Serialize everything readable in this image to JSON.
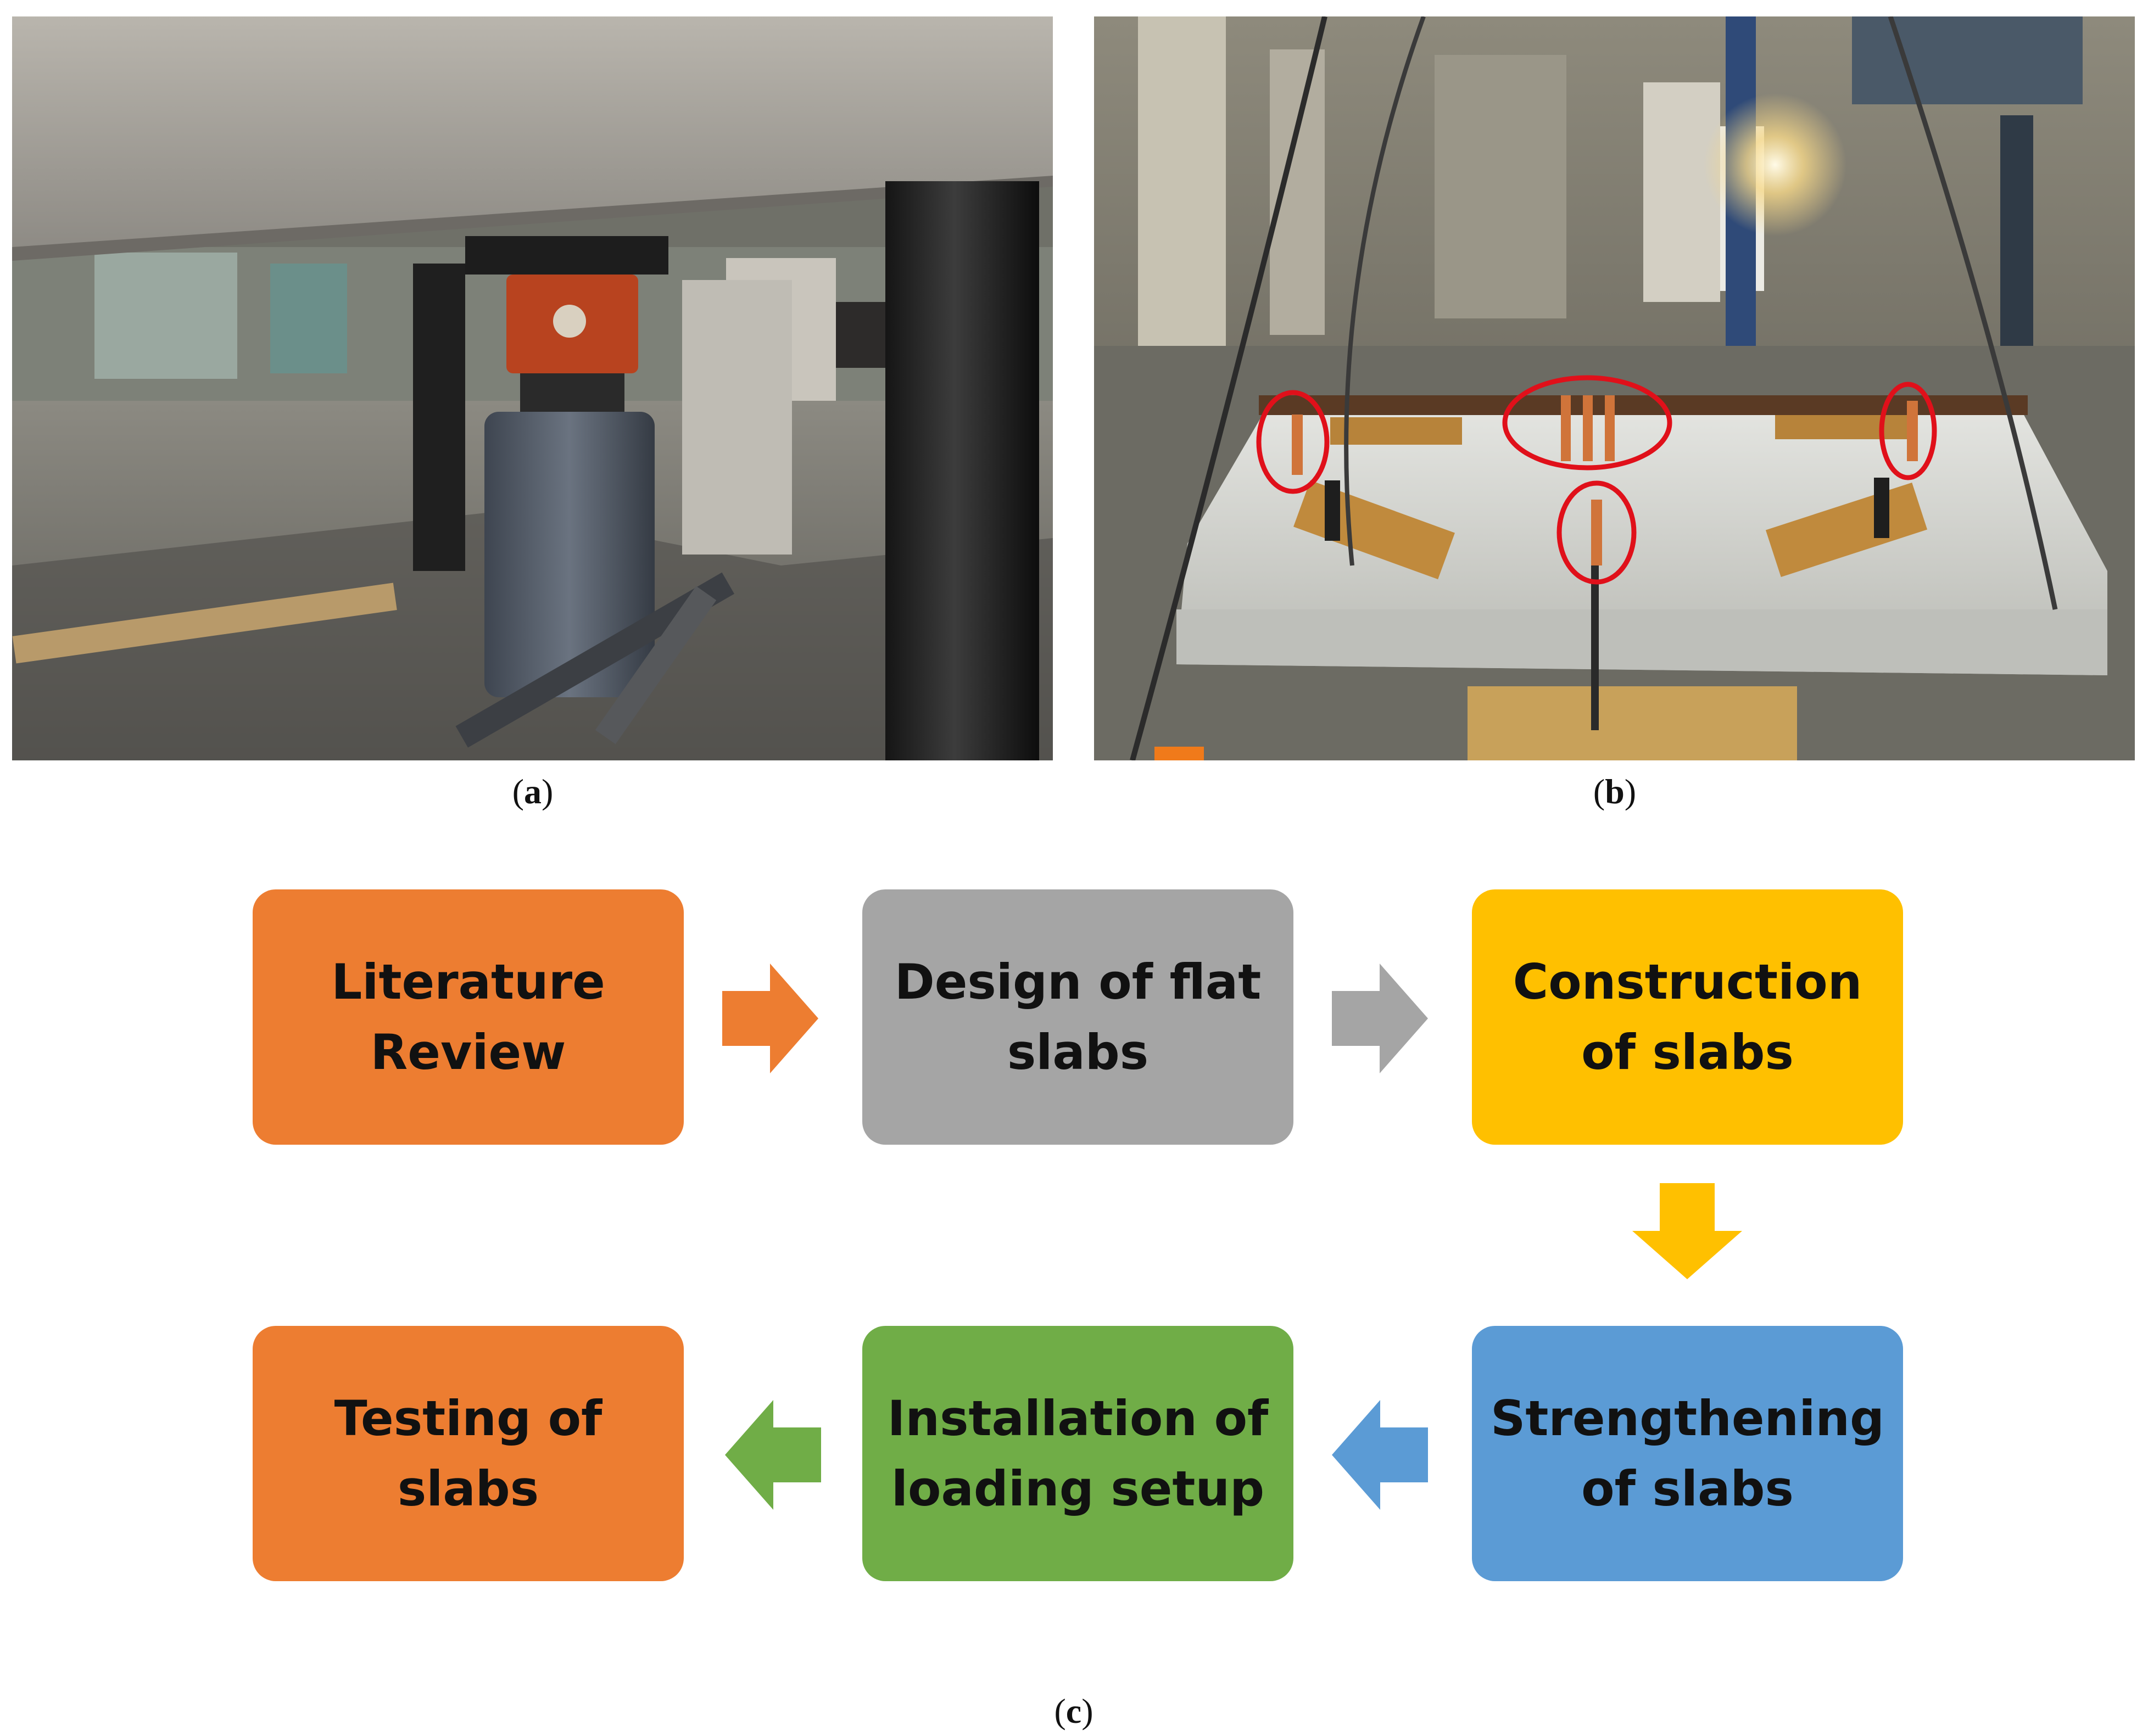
{
  "figure": {
    "captions": {
      "a": {
        "open": "(",
        "letter": "a",
        "close": ")"
      },
      "b": {
        "open": "(",
        "letter": "b",
        "close": ")"
      },
      "c": {
        "open": "(",
        "letter": "c",
        "close": ")"
      }
    }
  },
  "flowchart": {
    "steps": [
      {
        "label": "Literature\nReview",
        "color": "#ED7D31"
      },
      {
        "label": "Design of flat\nslabs",
        "color": "#A5A5A5"
      },
      {
        "label": "Construction\nof slabs",
        "color": "#FFC000"
      },
      {
        "label": "Strengthening\nof slabs",
        "color": "#5B9BD5"
      },
      {
        "label": "Installation of\nloading setup",
        "color": "#70AD47"
      },
      {
        "label": "Testing of\nslabs",
        "color": "#ED7D31"
      }
    ],
    "arrow_colors": {
      "a1": "#ED7D31",
      "a2": "#A5A5A5",
      "a3": "#FFC000",
      "a4": "#5B9BD5",
      "a5": "#70AD47"
    }
  },
  "photos": {
    "a_description_icon": "lab-photo-hydraulic-jack",
    "b_description_icon": "lab-photo-slab-test-setup",
    "highlight_color": "#E0101A"
  }
}
